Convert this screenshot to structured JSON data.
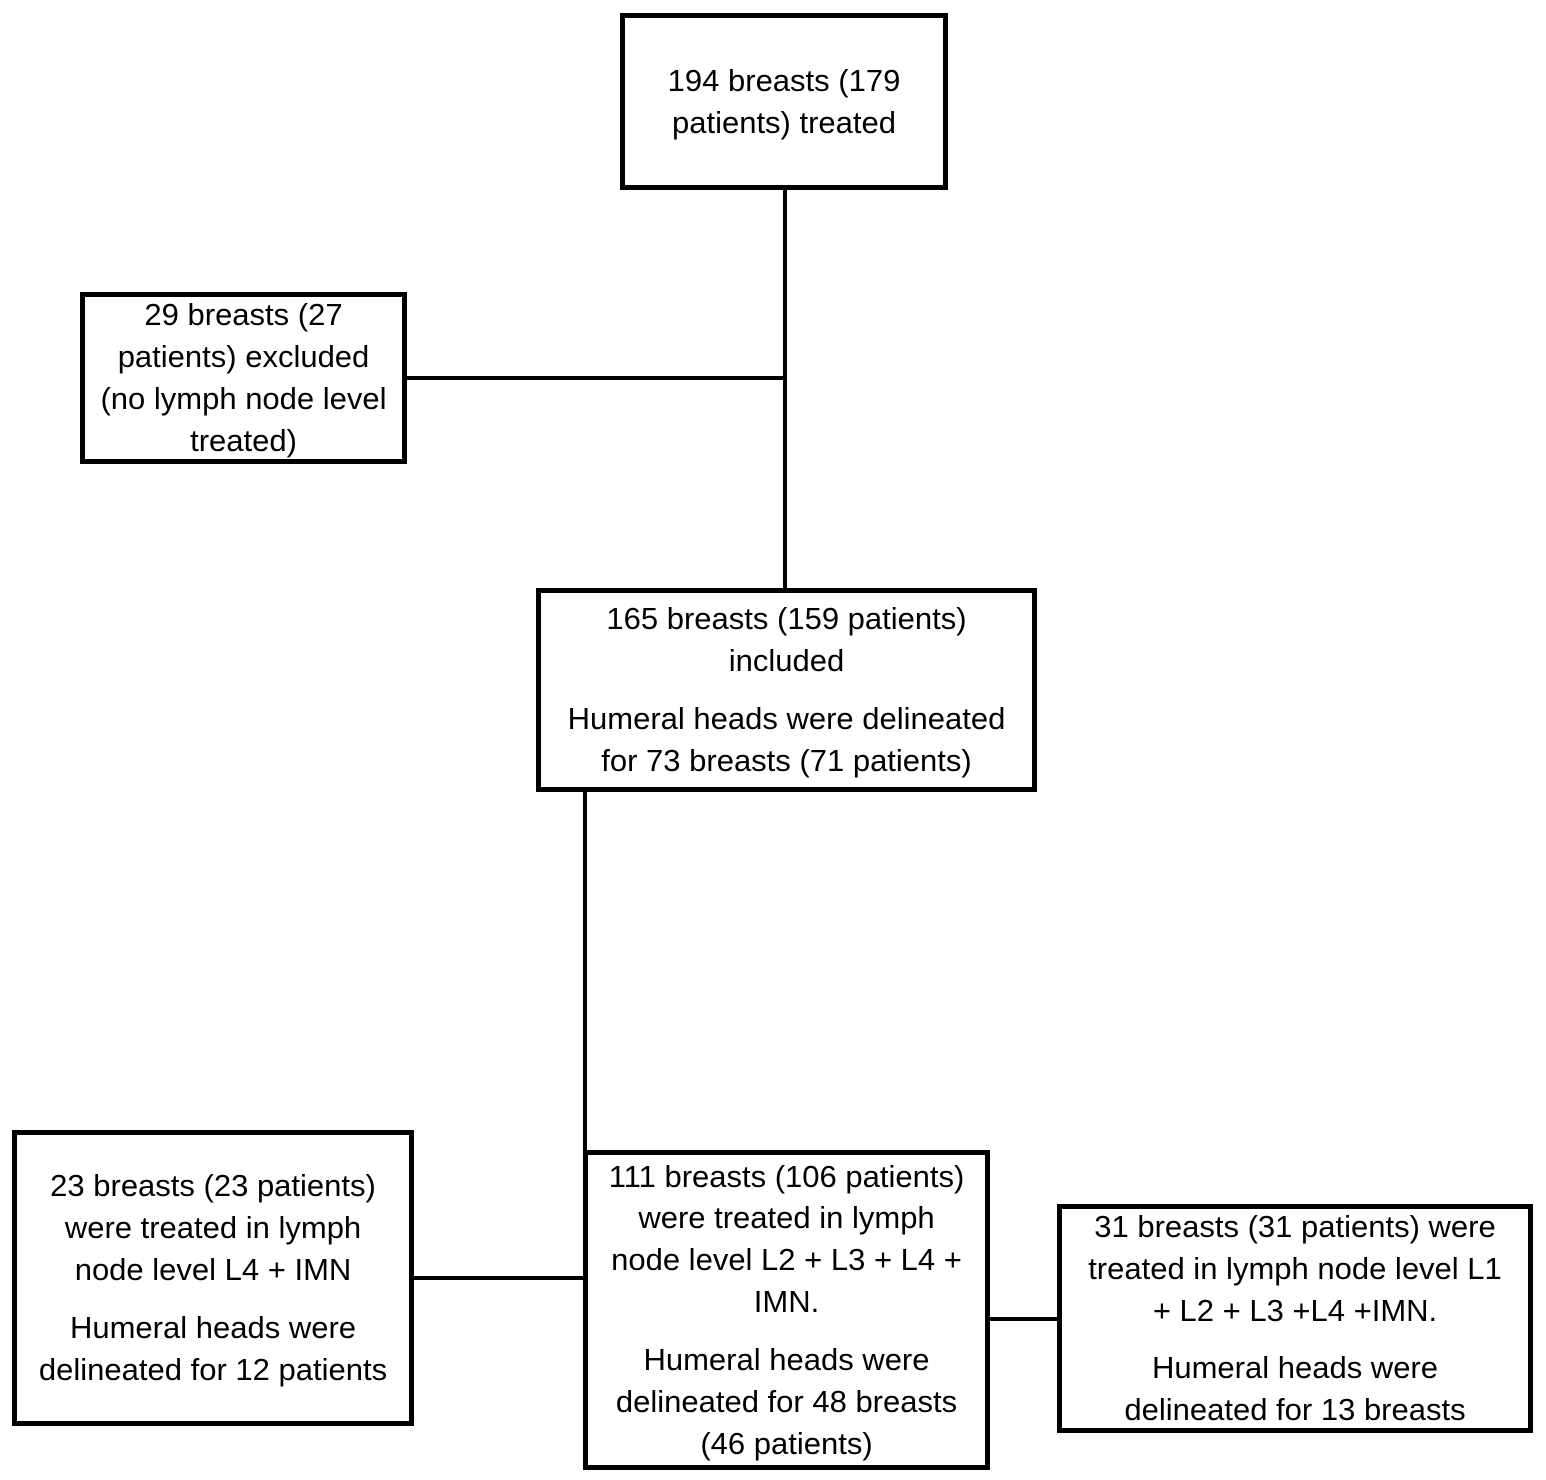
{
  "diagram": {
    "colors": {
      "background": "#ffffff",
      "border": "#000000",
      "text": "#000000"
    },
    "boxes": {
      "treated": {
        "paragraphs": [
          "194 breasts (179\npatients) treated"
        ]
      },
      "excluded": {
        "paragraphs": [
          "29 breasts (27\npatients) excluded\n(no lymph node level\ntreated)"
        ]
      },
      "included": {
        "paragraphs": [
          "165 breasts (159 patients)\nincluded",
          "Humeral heads were delineated\nfor 73 breasts (71 patients)"
        ]
      },
      "l4_imn": {
        "paragraphs": [
          "23 breasts (23 patients)\nwere treated in lymph\nnode level L4 + IMN",
          "Humeral heads were\ndelineated for 12 patients"
        ]
      },
      "l2_l3_l4_imn": {
        "paragraphs": [
          "111 breasts (106 patients)\nwere treated in lymph\nnode level L2 + L3 + L4 +\nIMN.",
          "Humeral heads were\ndelineated for 48 breasts\n(46 patients)"
        ]
      },
      "l1_l2_l3_l4_imn": {
        "paragraphs": [
          "31 breasts (31 patients) were\ntreated in lymph node level L1\n+ L2 + L3 +L4 +IMN.",
          "Humeral heads were\ndelineated for 13 breasts"
        ]
      }
    }
  }
}
